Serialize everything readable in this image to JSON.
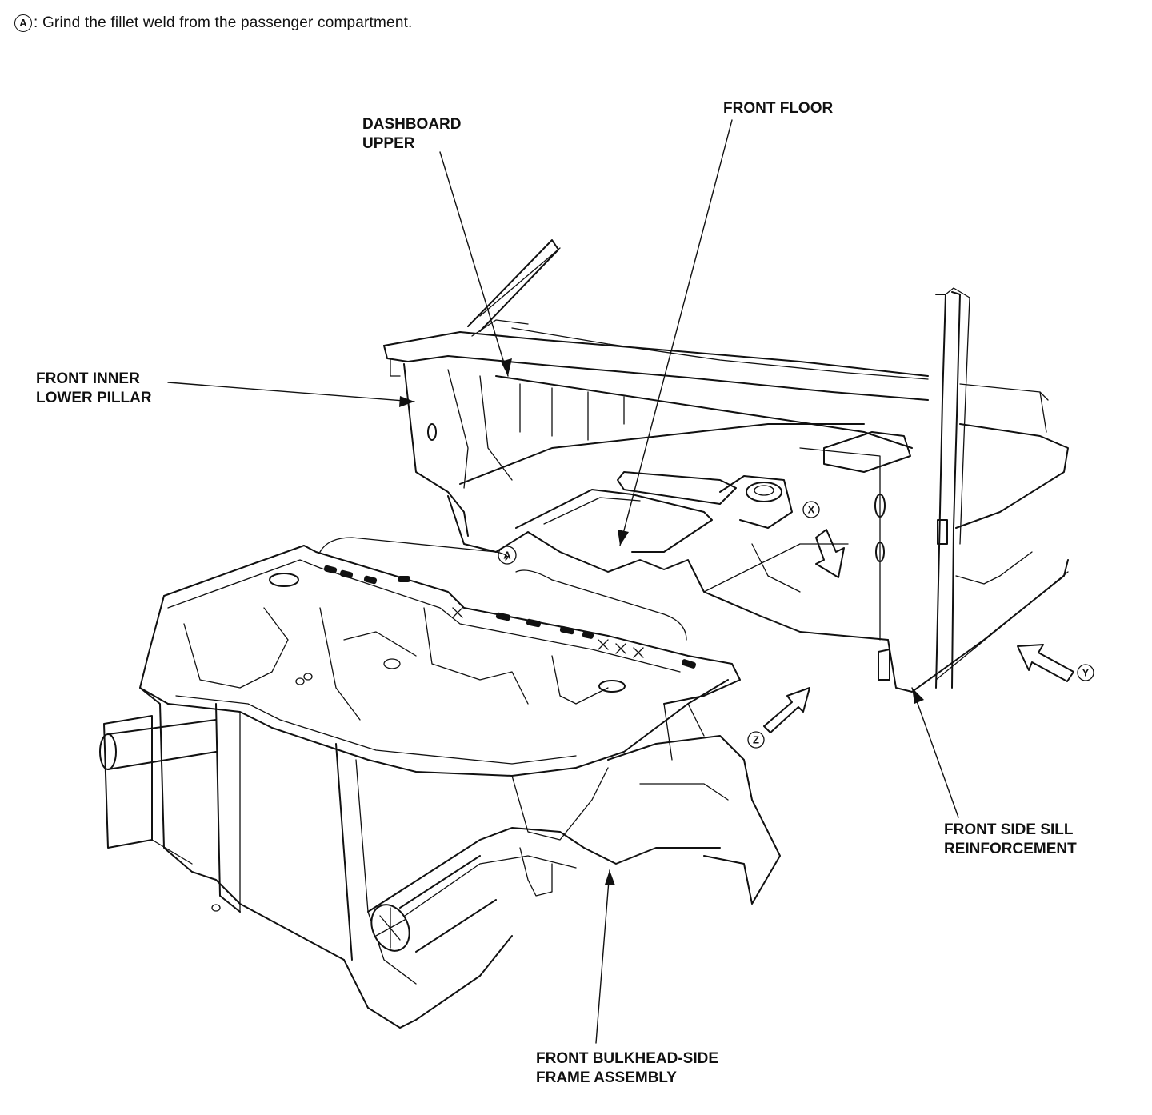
{
  "note": {
    "marker": "A",
    "text": ": Grind the fillet weld from the passenger compartment."
  },
  "labels": {
    "dashboard_upper": [
      "DASHBOARD",
      "UPPER"
    ],
    "front_floor": "FRONT FLOOR",
    "front_inner_lower_pillar": [
      "FRONT INNER",
      "LOWER PILLAR"
    ],
    "front_side_sill_reinforcement": [
      "FRONT SIDE SILL",
      "REINFORCEMENT"
    ],
    "front_bulkhead_side_frame_assembly": [
      "FRONT BULKHEAD-SIDE",
      "FRAME ASSEMBLY"
    ]
  },
  "markers": {
    "a": "A",
    "x": "X",
    "y": "Y",
    "z": "Z"
  }
}
